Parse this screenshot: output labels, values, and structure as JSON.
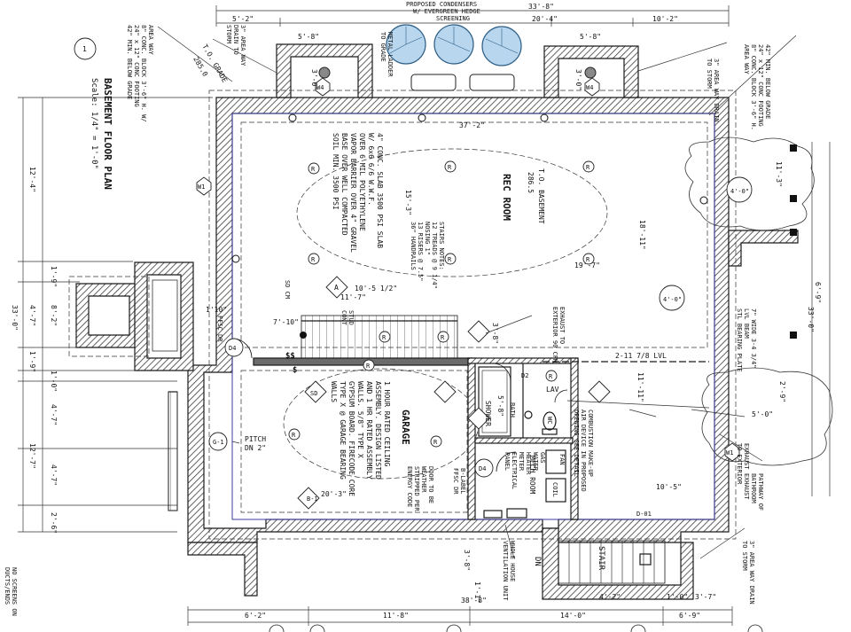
{
  "drawing": {
    "title": "BASEMENT FLOOR PLAN",
    "scale": "Scale: 1/4\" = 1'-0\"",
    "sheet_ref": "1"
  },
  "rooms": {
    "rec_room": "REC ROOM",
    "garage": "GARAGE",
    "bath": "BATH",
    "shower": "SHOWER",
    "lav": "LAV",
    "wc": "WC",
    "stair": "STAIR",
    "dn": "DN",
    "mech_room": "MECH ROOM"
  },
  "elevations": {
    "basement": "T.O. BASEMENT",
    "basement_value": "286.5",
    "grade": "T.O. GRADE",
    "grade_value": "285.0",
    "lvl": "2-11 7/8 LVL"
  },
  "dimensions": {
    "top": [
      "5'-2\"",
      "33'-8\"",
      "20'-4\"",
      "10'-2\"",
      "5'-8\"",
      "5'-8\""
    ],
    "bottom": [
      "6'-2\"",
      "11'-8\"",
      "14'-0\"",
      "6'-9\"",
      "38'-8\""
    ],
    "left": [
      "12'-4\"",
      "1'-9\"",
      "8'-2\"",
      "33'-0\"",
      "4'-7\"",
      "1'-0\"",
      "1'-9\"",
      "4'-7\"",
      "12'-7\"",
      "4'-7\"",
      "2'-6\""
    ],
    "right": [
      "11'-3\"",
      "6'-9\"",
      "33'-0\"",
      "2'-9\"",
      "5'-0\""
    ],
    "interior": [
      "37'-2\"",
      "18'-11\"",
      "15'-3\"",
      "19'-7\"",
      "11'-7\"",
      "10'-5 1/2\"",
      "7'-10\"",
      "1'10\"",
      "20'-3\"",
      "10'-5\"",
      "5'-8\"",
      "3'-8\"",
      "3'-0\"",
      "3'-0\"",
      "11'-11\"",
      "1'-1\"",
      "4'-2\"",
      "1'-0\"",
      "3'-7\"",
      "3'-8\""
    ]
  },
  "notes": {
    "condensers": [
      "PROPOSED CONDENSERS",
      "W/ EVERGREEN HEDGE",
      "SCREENING"
    ],
    "area_way_left": [
      "AREA WAY",
      "8\" CONC. BLOCK 3'-6\" H. W/",
      "24\" x 12\" CONC FOOTING",
      "42\" MIN. BELOW GRADE"
    ],
    "area_way_drain": [
      "3\" AREA WAY",
      "DRAIN TO",
      "STORM"
    ],
    "area_way_right": [
      "AREA WAY",
      "8\" CONC. BLOCK 3'-6\" H.",
      "24\" x 12\" CONC FOOTING",
      "42\" MIN. BELOW GRADE"
    ],
    "area_way_right_drain": [
      "3\" AREA WAY DRAIN",
      "TO STORM"
    ],
    "metal_ladder": [
      "METAL LADDER",
      "TO GRADE"
    ],
    "slab": [
      "4\" CONC. SLAB 3500 PSI SLAB",
      "W/ 6x6 6/6 W.W.F.",
      "OVER 6 MIL POLYETHYLENE",
      "VAPOR BARRIER OVER 4\" GRAVEL",
      "BASE OVER WELL COMPACTED",
      "SOIL MIN. 3500 PSI"
    ],
    "stairs": [
      "STAIRS NOTES:",
      "12 TREADS @ 9 1/4\"",
      "NOSING 1\"",
      "13 RISERS @ 7.5\"",
      "36\" HANDRAILS"
    ],
    "garage_wall": [
      "1 HOUR RATED CEILING",
      "ASSEMBLY. DESIGN LISTED",
      "AND 1 HR RATED ASSEMBLY",
      "WALLS. 5/8\" TYPE X",
      "GYPSUM BOARD. FIRECODE CORE",
      "TYPE X @ GARAGE BEARING",
      "WALLS"
    ],
    "door": [
      "DOOR TO BE",
      "WEATHER",
      "STRIPPED PER",
      "ENERGY CODE"
    ],
    "combustion": [
      "COMBUSTION MAKE-UP",
      "AIR DEVICE IN PROPOSED",
      "OPENING SEE DETAIL"
    ],
    "exhaust_to": [
      "EXHAUST TO",
      "EXTERIOR 90 CFM"
    ],
    "exhaust_bath": [
      "EXHAUST",
      "TO EXTERIOR"
    ],
    "pathway": [
      "PATHWAY OF",
      "BATHROOM",
      "EXHAUST"
    ],
    "lvl_beam": [
      "7\" WIDE 3-4 3/4\"",
      "LVL BEAM",
      "STL BEARING PLATE"
    ],
    "whole_house": [
      "WHOLE HOUSE",
      "VENTILATION UNIT"
    ],
    "electrical": [
      "ELECTRICAL",
      "METER",
      "PANEL"
    ],
    "water_heater": [
      "GAS",
      "WATER",
      "HEATER"
    ],
    "furnace": [
      "FAN",
      "COIL"
    ],
    "no_screens": [
      "NO SCREENS ON",
      "DUCTS/ENDS"
    ],
    "pitch": [
      "PITCH",
      "DN 2\""
    ],
    "blabel": [
      "B-LABEL",
      "FFSC DR"
    ],
    "ffsc": "FFSC DR",
    "sd": "SD CM",
    "area_way_bottom": [
      "3\" AREA WAY DRAIN",
      "TO STORM"
    ],
    "stud": [
      "STUD",
      "CONT"
    ]
  },
  "tags": {
    "d4": "D4",
    "d2": "D2",
    "d1": "D-01",
    "w1": "W1",
    "w4": "W4",
    "g1": "G-1",
    "a": "A",
    "r": "R",
    "smoke": "SD",
    "b1": "B-1",
    "lenders": "4'-0\""
  },
  "colors": {
    "line": "#1a1a1a",
    "tree_fill": "#b8d6ee",
    "tree_outline": "#2e5f86",
    "foundation_hatch": "#3a3a3a",
    "wall_blue": "#3b3f9e",
    "grid": "#cfcfcf"
  }
}
